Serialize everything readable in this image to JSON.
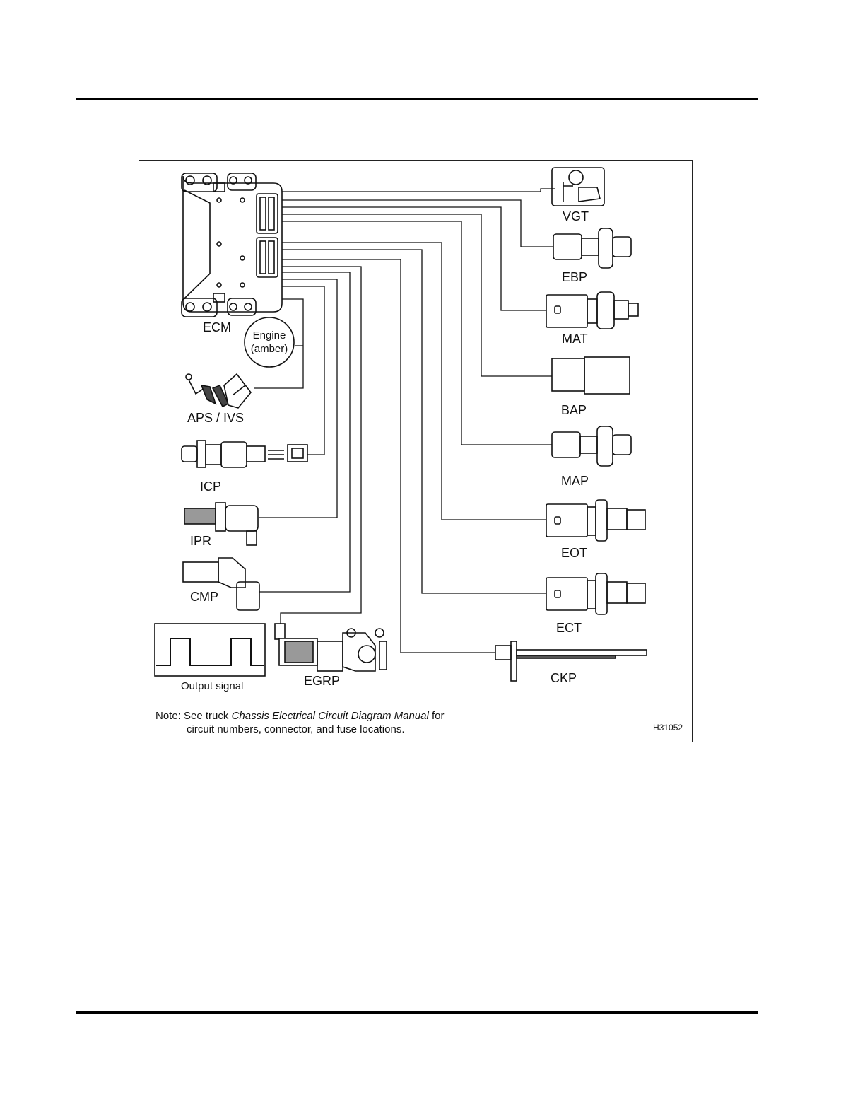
{
  "labels": {
    "ecm": "ECM",
    "lamp_line1": "Engine",
    "lamp_line2": "(amber)",
    "aps_ivs": "APS / IVS",
    "icp": "ICP",
    "ipr": "IPR",
    "cmp": "CMP",
    "egrp": "EGRP",
    "output_signal": "Output signal",
    "vgt": "VGT",
    "ebp": "EBP",
    "mat": "MAT",
    "bap": "BAP",
    "map": "MAP",
    "eot": "EOT",
    "ect": "ECT",
    "ckp": "CKP"
  },
  "note": {
    "prefix": "Note: See truck ",
    "manual": "Chassis Electrical Circuit Diagram Manual",
    "suffix": " for",
    "line2": "circuit numbers, connector, and fuse locations."
  },
  "figure_id": "H31052"
}
